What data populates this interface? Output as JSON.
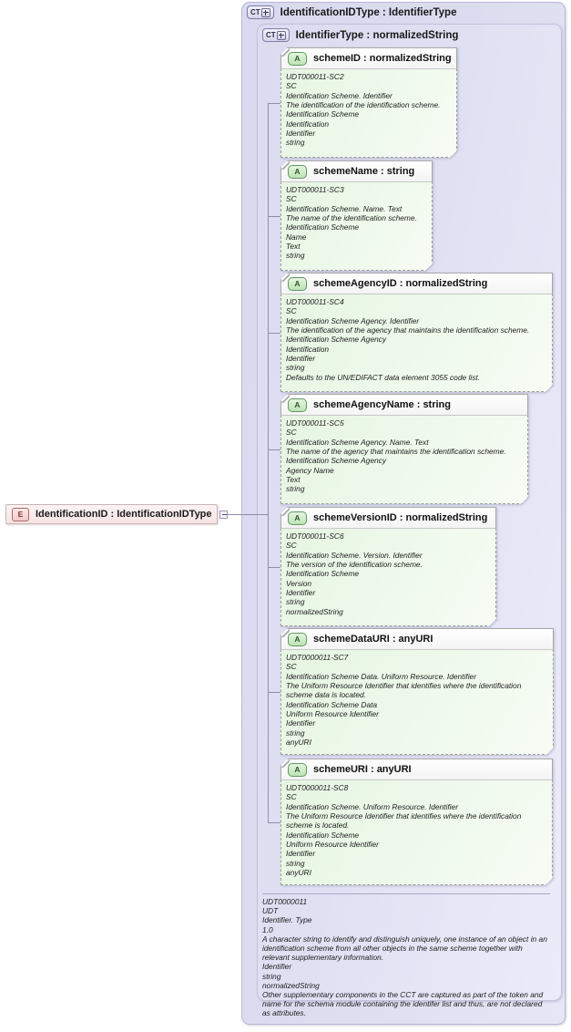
{
  "diagram": {
    "kind": "xsd-schema-diagram",
    "element_node": {
      "badge": "E",
      "label": "IdentificationID : IdentificationIDType"
    },
    "complex_types": [
      {
        "badge": "CT",
        "label": "IdentificationIDType : IdentifierType"
      },
      {
        "badge": "CT",
        "label": "IdentifierType : normalizedString"
      }
    ],
    "attributes": [
      {
        "badge": "A",
        "title": "schemeID : normalizedString",
        "lines": [
          "UDT000011-SC2",
          "SC",
          "Identification Scheme. Identifier",
          "The identification of the identification scheme.",
          "Identification Scheme",
          "Identification",
          "Identifier",
          "string"
        ]
      },
      {
        "badge": "A",
        "title": "schemeName : string",
        "lines": [
          "UDT000011-SC3",
          "SC",
          "Identification Scheme. Name. Text",
          "The name of the identification scheme.",
          "Identification Scheme",
          "Name",
          "Text",
          "string"
        ]
      },
      {
        "badge": "A",
        "title": "schemeAgencyID : normalizedString",
        "lines": [
          "UDT000011-SC4",
          "SC",
          "Identification Scheme Agency. Identifier",
          "The identification of the agency that maintains the identification scheme.",
          "Identification Scheme Agency",
          "Identification",
          "Identifier",
          "string",
          "Defaults to the UN/EDIFACT data element 3055 code list."
        ]
      },
      {
        "badge": "A",
        "title": "schemeAgencyName : string",
        "lines": [
          "UDT000011-SC5",
          "SC",
          "Identification Scheme Agency. Name. Text",
          "The name of the agency that maintains the identification scheme.",
          "Identification Scheme Agency",
          "Agency Name",
          "Text",
          "string"
        ]
      },
      {
        "badge": "A",
        "title": "schemeVersionID : normalizedString",
        "lines": [
          "UDT000011-SC6",
          "SC",
          "Identification Scheme. Version. Identifier",
          "The version of the identification scheme.",
          "Identification Scheme",
          "Version",
          "Identifier",
          "string",
          "normalizedString"
        ]
      },
      {
        "badge": "A",
        "title": "schemeDataURI : anyURI",
        "lines": [
          "UDT0000011-SC7",
          "SC",
          "Identification Scheme Data. Uniform Resource. Identifier",
          "The Uniform Resource Identifier that identifies where the identification scheme data is located.",
          "Identification Scheme Data",
          "Uniform Resource Identifier",
          "Identifier",
          "string",
          "anyURI"
        ]
      },
      {
        "badge": "A",
        "title": "schemeURI : anyURI",
        "lines": [
          "UDT0000011-SC8",
          "SC",
          "Identification Scheme. Uniform Resource. Identifier",
          "The Uniform Resource Identifier that identifies where the identification scheme is located.",
          "Identification Scheme",
          "Uniform Resource Identifier",
          "Identifier",
          "string",
          "anyURI"
        ]
      }
    ],
    "documentation": {
      "lines": [
        "UDT0000011",
        "UDT",
        "Identifier. Type",
        "1.0",
        "A character string to identify and distinguish uniquely, one instance of an object in an identification scheme from all other objects in the same scheme together with relevant supplementary information.",
        "Identifier",
        "string",
        "normalizedString",
        "Other supplementary components in the CCT are captured as part of the token and name for the schema module containing the identifer list and thus, are not declared as attributes."
      ]
    },
    "colors": {
      "container_bg": "#dcdcf1",
      "attribute_bg": "#e6f6e2",
      "element_bg": "#f6e4e4",
      "connector": "#8f8fae"
    }
  }
}
